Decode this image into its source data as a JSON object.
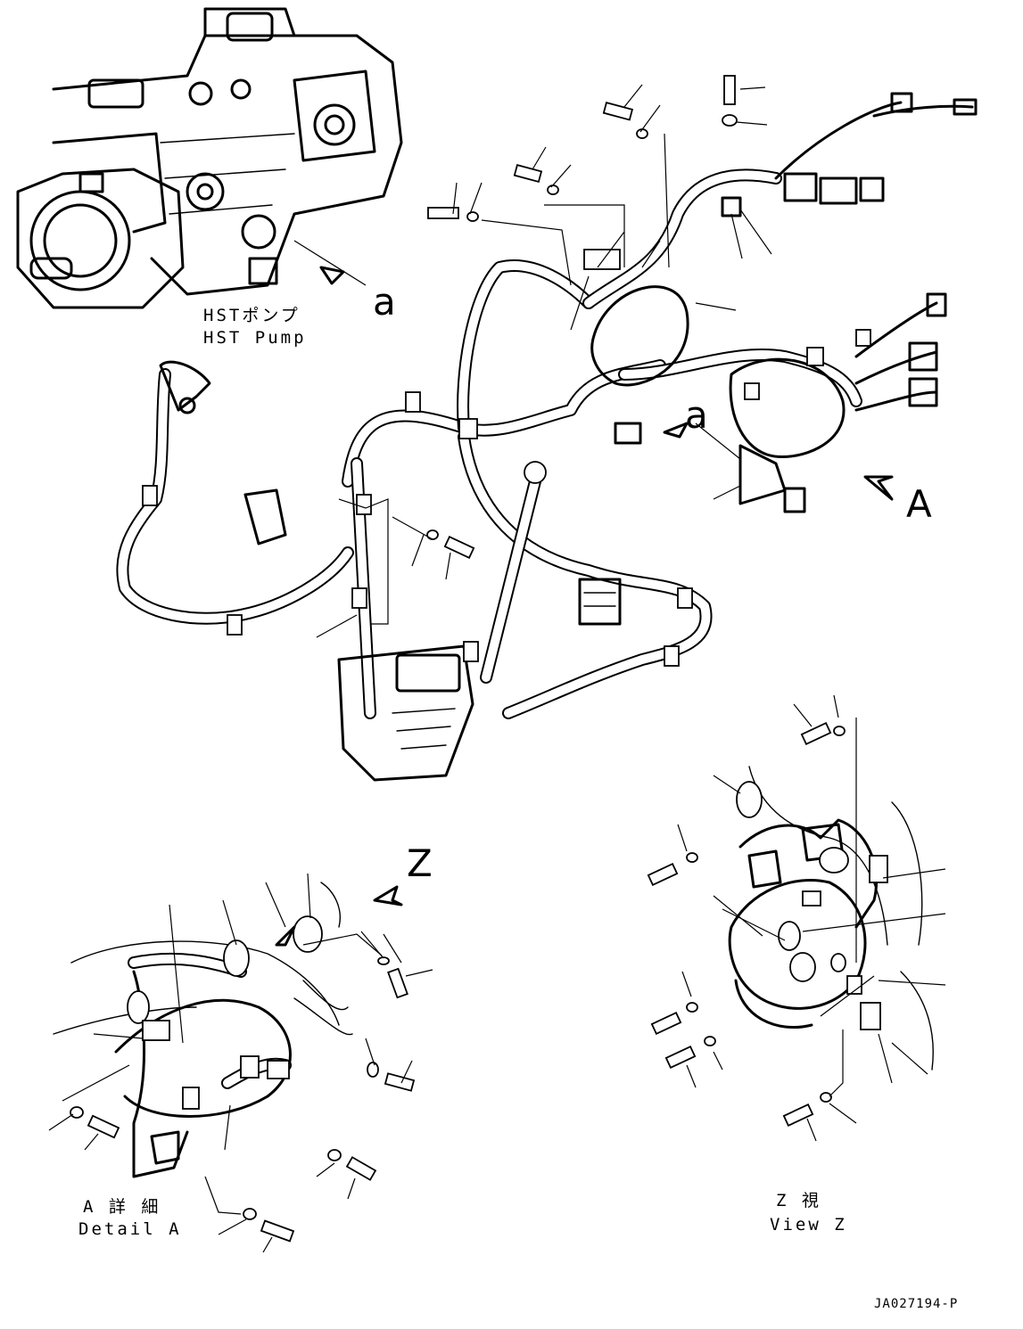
{
  "labels": {
    "hst_pump_jp": "HSTポンプ",
    "hst_pump_en": "HST Pump",
    "arrow_a_top": "a",
    "arrow_a_mid": "a",
    "view_A_letter": "A",
    "view_Z_letter": "Z",
    "detail_a_jp": "A 詳 細",
    "detail_a_en": "Detail A",
    "view_z_jp": "Z 視",
    "view_z_en": "View Z",
    "drawing_code": "JA027194-P"
  }
}
